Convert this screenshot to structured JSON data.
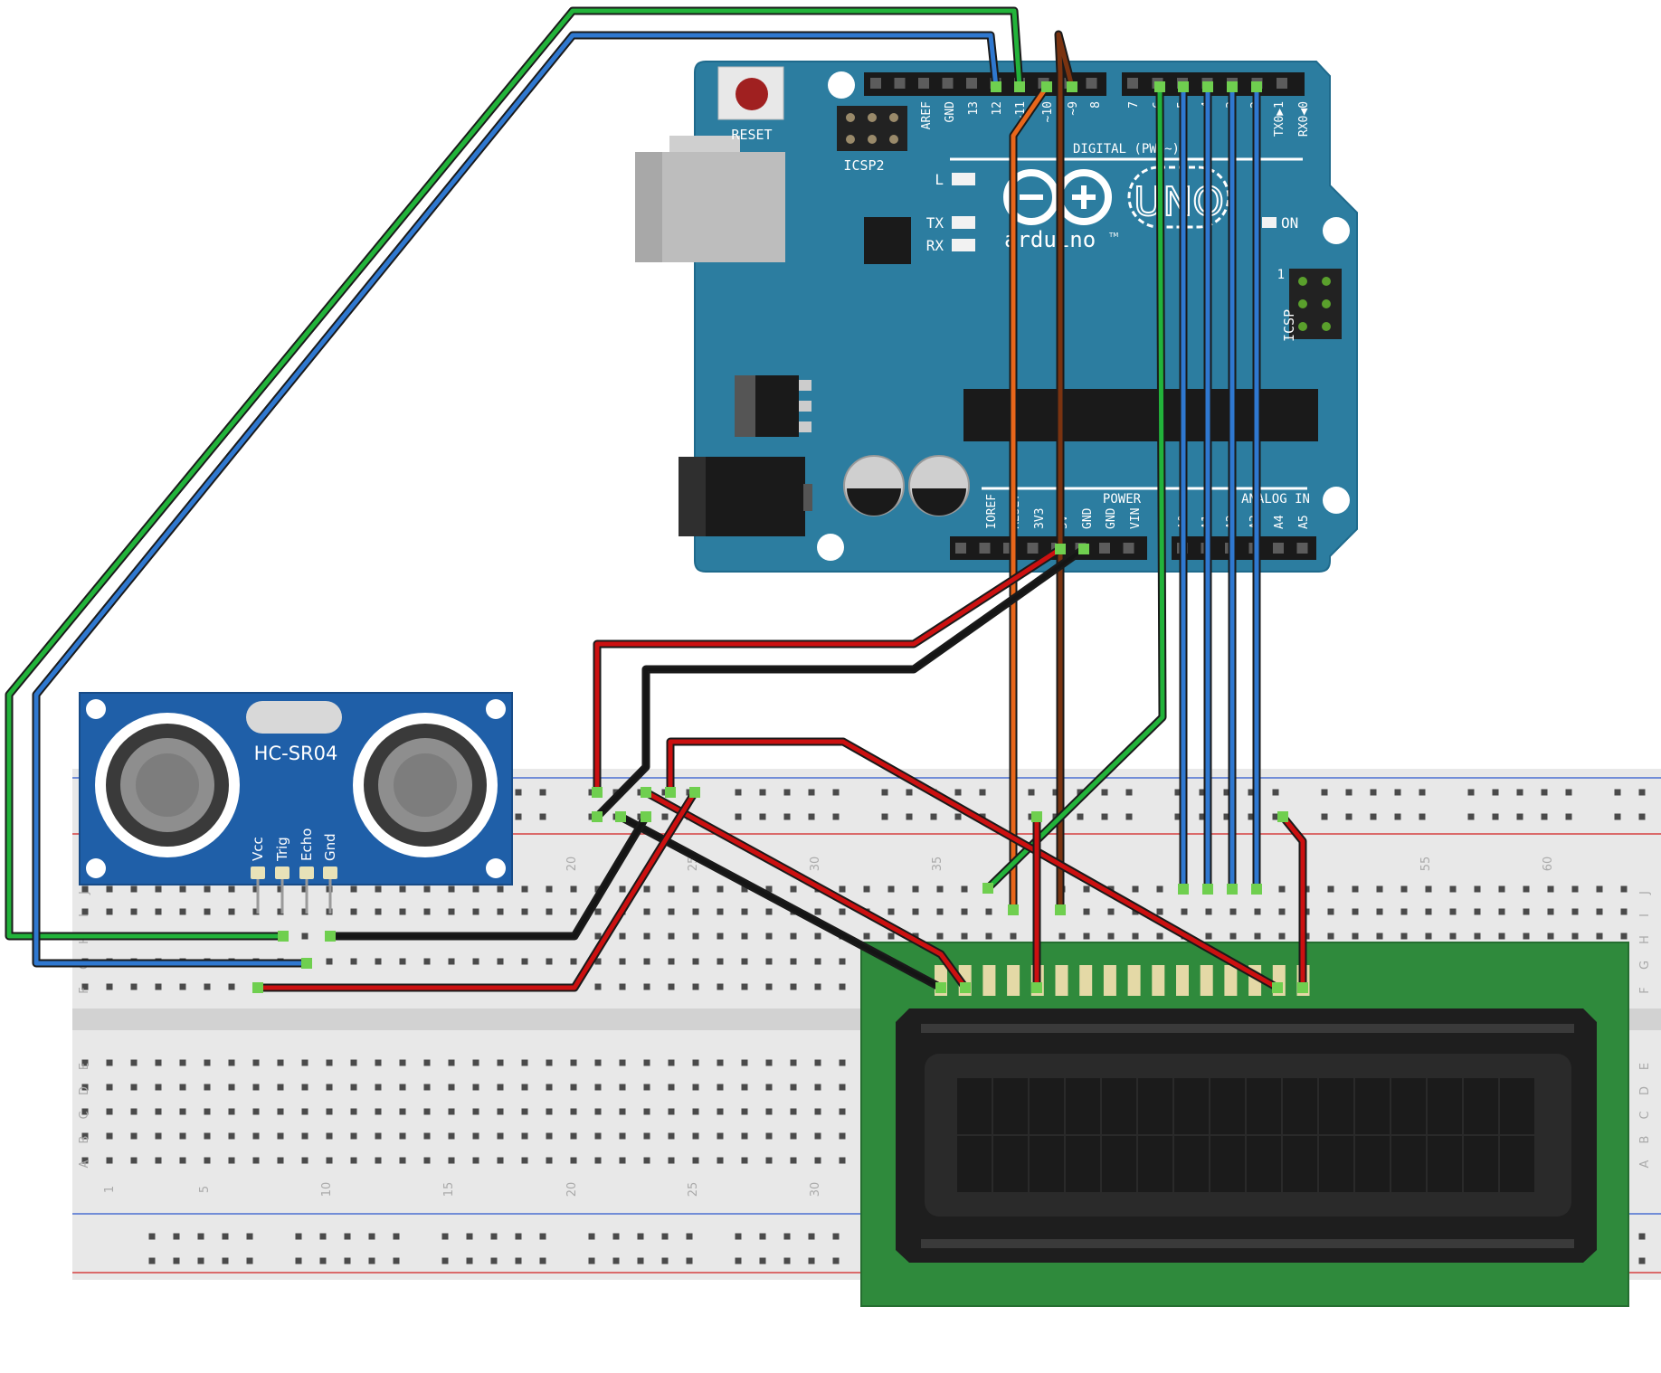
{
  "colors": {
    "board": "#2c7da0",
    "board_edge": "#1f6a8c",
    "header": "#1a1a1a",
    "breadboard": "#e8e8e8",
    "rail_blue": "#4a6fd1",
    "rail_red": "#d64040",
    "sensor": "#1f5fa8",
    "lcd_pcb": "#2f8a3c",
    "lcd_bezel": "#1e1e1e",
    "lcd_glass": "#2a2a2a",
    "wire_green": "#22b33a",
    "wire_blue": "#2f78d0",
    "wire_red": "#cc1010",
    "wire_black": "#151515",
    "wire_orange": "#e8661a",
    "wire_brown": "#7a3310"
  },
  "arduino": {
    "reset_label": "RESET",
    "icsp2_label": "ICSP2",
    "icsp_label": "ICSP",
    "icsp_pin1": "1",
    "led_l": "L",
    "led_tx": "TX",
    "led_rx": "RX",
    "on_label": "ON",
    "brand": "arduino",
    "tm": "TM",
    "model": "UNO",
    "digital_label": "DIGITAL (PWM~)",
    "power_label": "POWER",
    "analog_label": "ANALOG IN",
    "top_pins": [
      "AREF",
      "GND",
      "13",
      "12",
      "~11",
      "~10",
      "~9",
      "8",
      "7",
      "~6",
      "~5",
      "4",
      "~3",
      "2",
      "TX0▶1",
      "RX0◀0"
    ],
    "bottom_pins": [
      "IOREF",
      "RESET",
      "3V3",
      "5V",
      "GND",
      "GND",
      "VIN",
      "A0",
      "A1",
      "A2",
      "A3",
      "A4",
      "A5"
    ]
  },
  "sensor": {
    "model": "HC-SR04",
    "pins": [
      "Vcc",
      "Trig",
      "Echo",
      "Gnd"
    ]
  },
  "breadboard": {
    "row_letters_top": [
      "J",
      "I",
      "H",
      "G",
      "F"
    ],
    "row_letters_bottom": [
      "E",
      "D",
      "C",
      "B",
      "A"
    ],
    "col_numbers_top": [
      "20",
      "25",
      "30",
      "35",
      "55",
      "60"
    ],
    "col_numbers_bottom": [
      "1",
      "5",
      "10",
      "15",
      "20",
      "25",
      "30"
    ]
  }
}
